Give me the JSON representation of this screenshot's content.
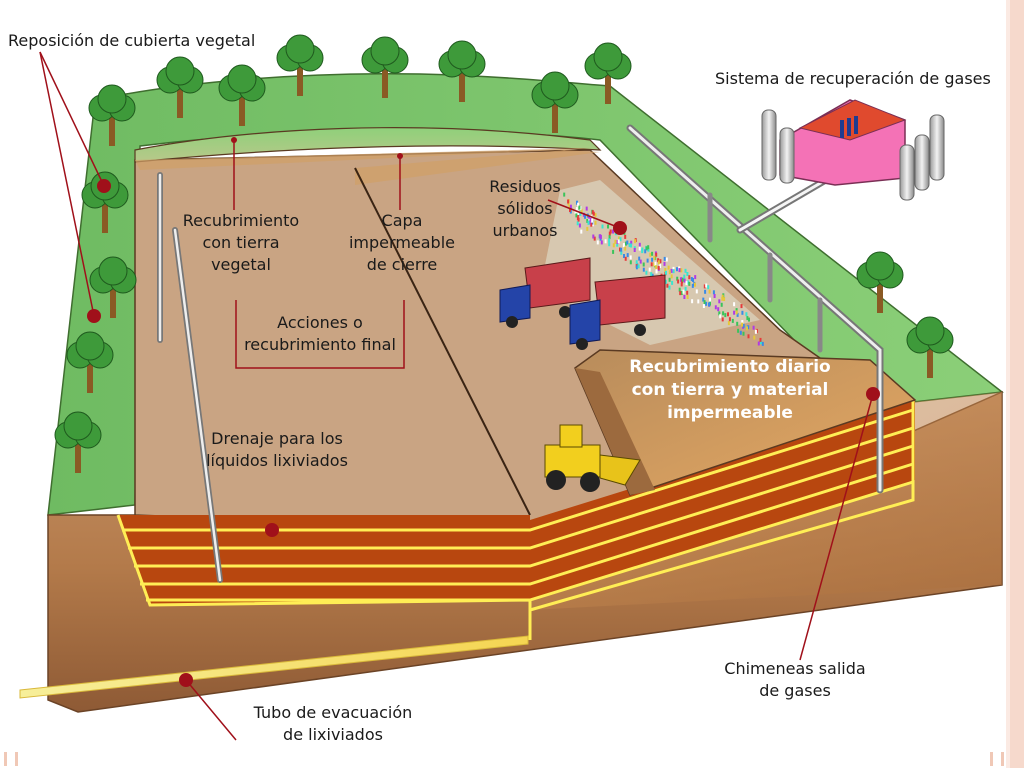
{
  "labels": {
    "reposicion": "Reposición de cubierta vegetal",
    "sistema": "Sistema de recuperación de gases",
    "residuos": [
      "Residuos",
      "sólidos",
      "urbanos"
    ],
    "recubrimiento_tierra": [
      "Recubrimiento",
      "con tierra",
      "vegetal"
    ],
    "capa": [
      "Capa",
      "impermeable",
      "de cierre"
    ],
    "acciones": [
      "Acciones o",
      "recubrimiento final"
    ],
    "recubrimiento_diario": [
      "Recubrimiento diario",
      "con tierra y material",
      "impermeable"
    ],
    "drenaje": [
      "Drenaje para los",
      "líquidos lixiviados"
    ],
    "chimeneas": [
      "Chimeneas salida",
      "de gases"
    ],
    "tubo": [
      "Tubo de evacuación",
      "de lixiviados"
    ]
  },
  "colors": {
    "grass": "#7cc46a",
    "soil": "#c9a483",
    "layers": "#b8470f",
    "drain_line": "#ffee55",
    "leader": "#a0101a",
    "building": "#f472b6"
  }
}
